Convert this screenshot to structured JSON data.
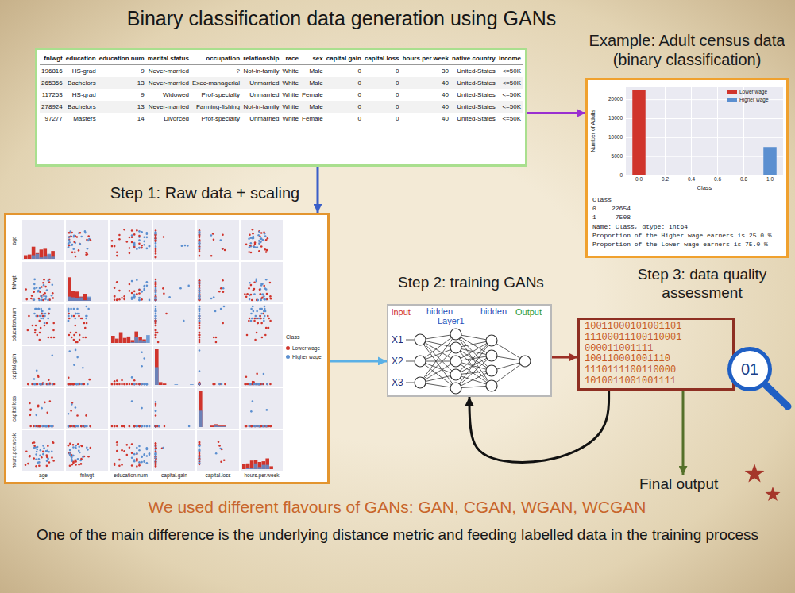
{
  "diagram": {
    "title": "Binary classification data generation using GANs",
    "nodes": [
      {
        "text": [
          "fnlwgt",
          "education",
          "education.num",
          "marital.status",
          "occupation",
          "relationship",
          "race",
          "sex",
          "capital.gain",
          "capital.loss",
          "hours.per.week",
          "native.country",
          "income",
          "196816",
          "HS-grad",
          "9",
          "Never-married",
          "?",
          "Not-in-family",
          "White",
          "Male",
          "0",
          "0",
          "30",
          "United-States",
          "<=50K",
          "265356",
          "Bachelors",
          "13",
          "Never-married",
          "Exec-managerial",
          "Unmarried",
          "White",
          "Male",
          "0",
          "0",
          "40",
          "United-States",
          "<=50K",
          "117253",
          "HS-grad",
          "9",
          "Widowed",
          "Prof-specialty",
          "Unmarried",
          "White",
          "Female",
          "0",
          "0",
          "40",
          "United-States",
          "<=50K",
          "278924",
          "Bachelors",
          "13",
          "Never-married",
          "Farming-fishing",
          "Not-in-family",
          "White",
          "Male",
          "0",
          "0",
          "40",
          "United-States",
          "<=50K",
          "97277",
          "Masters",
          "14",
          "Divorced",
          "Prof-specialty",
          "Unmarried",
          "White",
          "Female",
          "0",
          "0",
          "40",
          "United-States",
          "<=50K"
        ]
      },
      {
        "text": [
          "Example: Adult census data (binary classification)",
          "Number of Adults",
          "Class",
          "0.0",
          "0.2",
          "0.4",
          "0.6",
          "0.8",
          "1.0",
          "0",
          "5000",
          "10000",
          "15000",
          "20000",
          "Class",
          "0    22654",
          "1     7508",
          "Name: Class, dtype: int64",
          "Proportion of the Higher wage earners is 25.0 %",
          "Proportion of the Lower wage earners is 75.0 %"
        ]
      },
      {
        "text": [
          "Step 1: Raw data + scaling",
          "age",
          "fnlwgt",
          "education.num",
          "capital.gain",
          "capital.loss",
          "hours.per.week",
          "age",
          "fnlwgt",
          "education.num",
          "capital.gain",
          "capital.loss",
          "hours.per.week",
          "Class"
        ]
      },
      {
        "text": [
          "Step 2: training GANs",
          "input",
          "hidden",
          "Layer1",
          "hidden",
          "Output",
          "X1",
          "X2",
          "X3"
        ]
      },
      {
        "text": [
          "Step 3: data quality assessment",
          "10011000101001101",
          "11100011100110001",
          "000011001111",
          "100110001001110",
          "1110111100110000",
          "1010011001001111"
        ]
      },
      {
        "text": [
          "01"
        ],
        "in": 4
      },
      {
        "text": [
          "Final output"
        ]
      }
    ],
    "edges": [
      {
        "from": 0,
        "to": 1,
        "arrow": "to"
      },
      {
        "from": 0,
        "to": 2,
        "arrow": "to"
      },
      {
        "from": 2,
        "to": 3,
        "arrow": "to"
      },
      {
        "from": 3,
        "to": 4,
        "arrow": "to"
      },
      {
        "from": 4,
        "to": 3,
        "arrow": "to"
      },
      {
        "from": 4,
        "to": 6,
        "arrow": "to"
      }
    ],
    "labels": [
      "We used different flavours of GANs: GAN, CGAN, WGAN, WCGAN",
      "One of the main difference is the underlying distance metric and feeding labelled data in the training process"
    ],
    "legend": [
      {
        "text": "Lower wage",
        "color": "#d0342c"
      },
      {
        "text": "Higher wage",
        "color": "#5b8fd0"
      },
      {
        "text": "Lower wage",
        "color": "#d0342c"
      },
      {
        "text": "Higher wage",
        "color": "#5b8fd0"
      }
    ]
  }
}
